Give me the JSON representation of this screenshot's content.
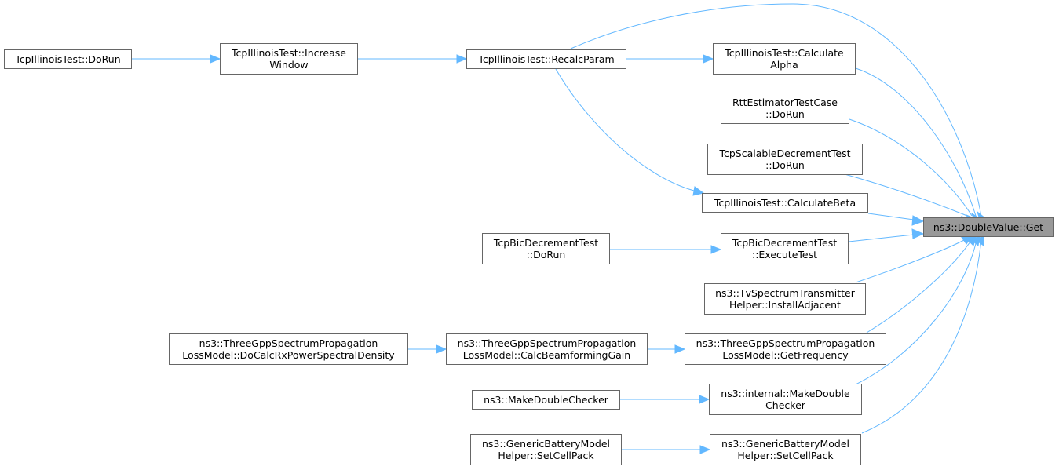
{
  "colors": {
    "edge": "#63b8ff",
    "node_border": "#666666",
    "target_fill": "#999999"
  },
  "nodes": {
    "n_target": {
      "lines": [
        "ns3::DoubleValue::Get"
      ]
    },
    "n_illdorun": {
      "lines": [
        "TcpIllinoisTest::DoRun"
      ]
    },
    "n_incwin": {
      "lines": [
        "TcpIllinoisTest::Increase",
        "Window"
      ]
    },
    "n_recalc": {
      "lines": [
        "TcpIllinoisTest::RecalcParam"
      ]
    },
    "n_alpha": {
      "lines": [
        "TcpIllinoisTest::Calculate",
        "Alpha"
      ]
    },
    "n_rtt": {
      "lines": [
        "RttEstimatorTestCase",
        "::DoRun"
      ]
    },
    "n_scalable": {
      "lines": [
        "TcpScalableDecrementTest",
        "::DoRun"
      ]
    },
    "n_beta": {
      "lines": [
        "TcpIllinoisTest::CalculateBeta"
      ]
    },
    "n_bicdorun": {
      "lines": [
        "TcpBicDecrementTest",
        "::DoRun"
      ]
    },
    "n_bicexec": {
      "lines": [
        "TcpBicDecrementTest",
        "::ExecuteTest"
      ]
    },
    "n_tv": {
      "lines": [
        "ns3::TvSpectrumTransmitter",
        "Helper::InstallAdjacent"
      ]
    },
    "n_docalc": {
      "lines": [
        "ns3::ThreeGppSpectrumPropagation",
        "LossModel::DoCalcRxPowerSpectralDensity"
      ]
    },
    "n_beam": {
      "lines": [
        "ns3::ThreeGppSpectrumPropagation",
        "LossModel::CalcBeamformingGain"
      ]
    },
    "n_freq": {
      "lines": [
        "ns3::ThreeGppSpectrumPropagation",
        "LossModel::GetFrequency"
      ]
    },
    "n_mdc": {
      "lines": [
        "ns3::MakeDoubleChecker"
      ]
    },
    "n_imdc": {
      "lines": [
        "ns3::internal::MakeDouble",
        "Checker"
      ]
    },
    "n_gbm1": {
      "lines": [
        "ns3::GenericBatteryModel",
        "Helper::SetCellPack"
      ]
    },
    "n_gbm2": {
      "lines": [
        "ns3::GenericBatteryModel",
        "Helper::SetCellPack"
      ]
    }
  }
}
